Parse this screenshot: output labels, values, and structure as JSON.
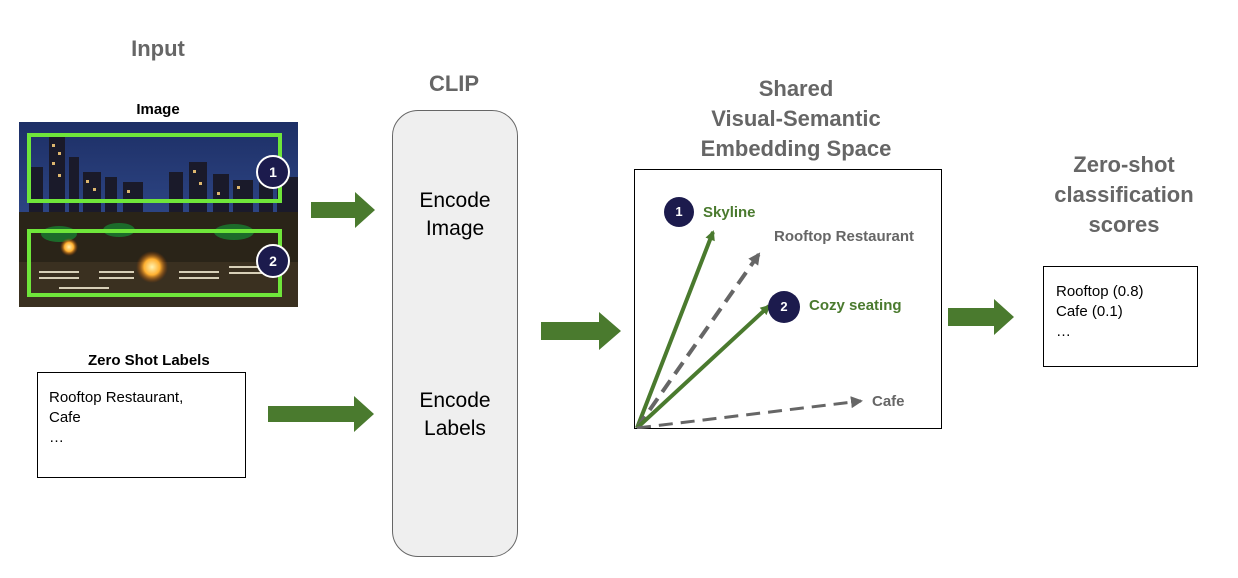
{
  "input": {
    "title": "Input",
    "image_label": "Image",
    "labels_title": "Zero Shot Labels",
    "labels_lines": [
      "Rooftop Restaurant,",
      "Cafe",
      "…"
    ]
  },
  "clip": {
    "title": "CLIP",
    "encode_image": [
      "Encode",
      "Image"
    ],
    "encode_labels": [
      "Encode",
      "Labels"
    ]
  },
  "embedding": {
    "title_lines": [
      "Shared",
      "Visual-Semantic",
      "Embedding Space"
    ],
    "vectors": [
      {
        "label": "Skyline",
        "marker": "1",
        "style": "solid",
        "color": "#4a7a2e"
      },
      {
        "label": "Rooftop Restaurant",
        "style": "dashed",
        "color": "#666666"
      },
      {
        "label": "Cozy seating",
        "marker": "2",
        "style": "solid",
        "color": "#4a7a2e"
      },
      {
        "label": "Cafe",
        "style": "dashed",
        "color": "#666666"
      }
    ]
  },
  "regions": [
    {
      "marker": "1"
    },
    {
      "marker": "2"
    }
  ],
  "scores": {
    "title_lines": [
      "Zero-shot",
      "classification",
      "scores"
    ],
    "lines": [
      "Rooftop (0.8)",
      "Cafe (0.1)",
      "…"
    ]
  },
  "colors": {
    "arrow": "#4a7a2e",
    "highlight": "#6fe63a",
    "marker_bg": "#1c1b4d",
    "vector_gray": "#666666"
  }
}
